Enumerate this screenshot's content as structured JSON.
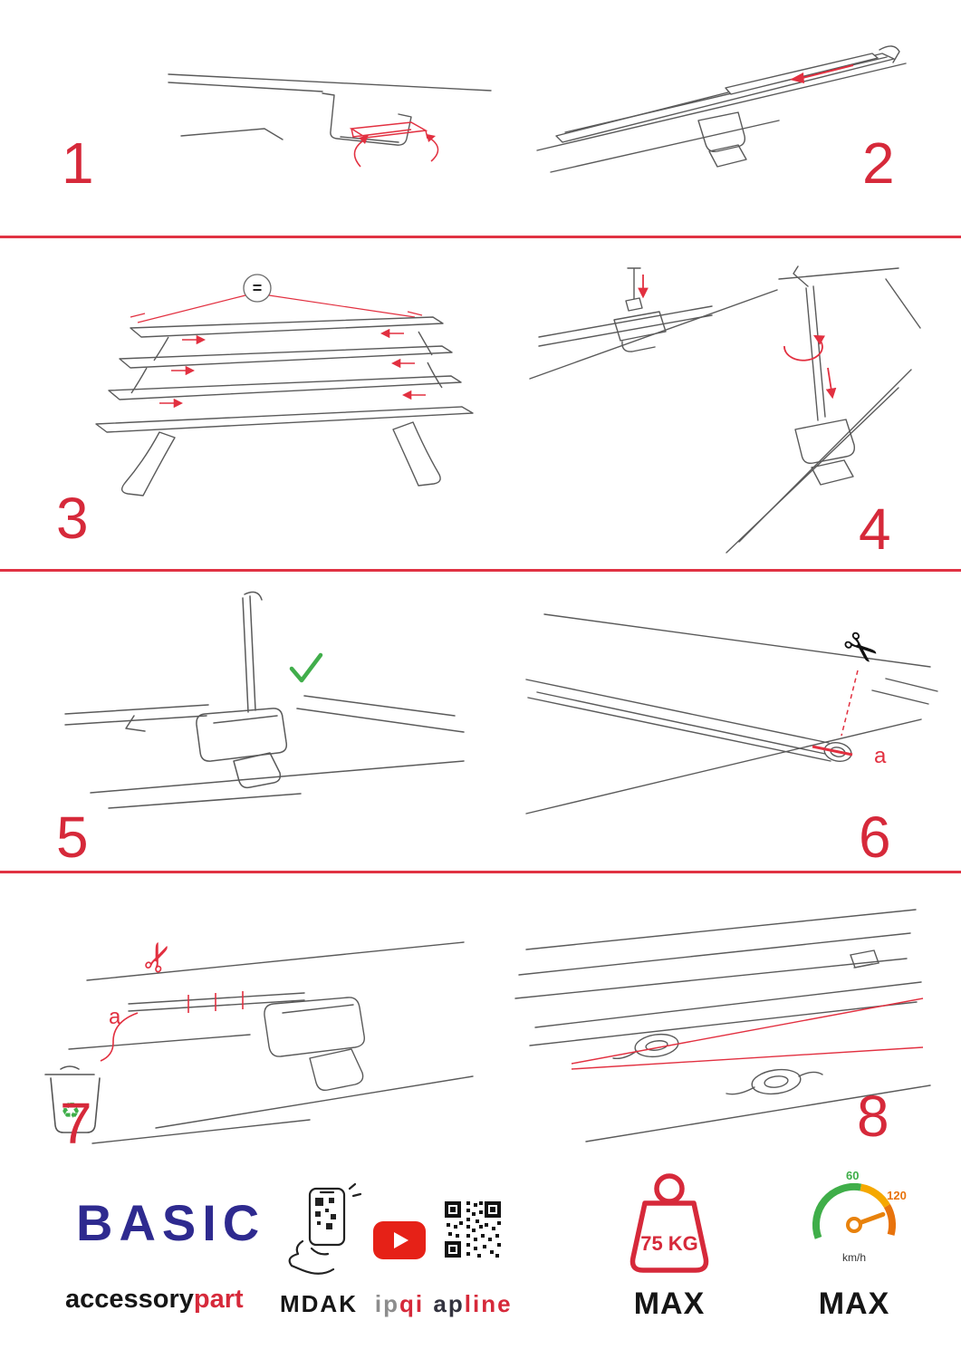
{
  "page": {
    "accent": "#d6293a",
    "background": "#ffffff"
  },
  "steps": [
    {
      "number": "1"
    },
    {
      "number": "2"
    },
    {
      "number": "3",
      "equal_sign": "="
    },
    {
      "number": "4"
    },
    {
      "number": "5"
    },
    {
      "number": "6",
      "cut_label": "a"
    },
    {
      "number": "7",
      "cut_label": "a"
    },
    {
      "number": "8"
    }
  ],
  "icons": {
    "scissors": "✂",
    "recycle": "♻"
  },
  "footer": {
    "brand": "BASIC",
    "brand_word_1": "accessory",
    "brand_word_2": "part",
    "partner_1": "MDAK",
    "partner_2_gray": "ip",
    "partner_2_red": "qi",
    "partner_3_dark": "ap",
    "partner_3_red": "line",
    "weight": {
      "value": "75 KG",
      "max": "MAX"
    },
    "speed": {
      "tick_60": "60",
      "tick_120": "120",
      "unit": "km/h",
      "max": "MAX"
    }
  }
}
